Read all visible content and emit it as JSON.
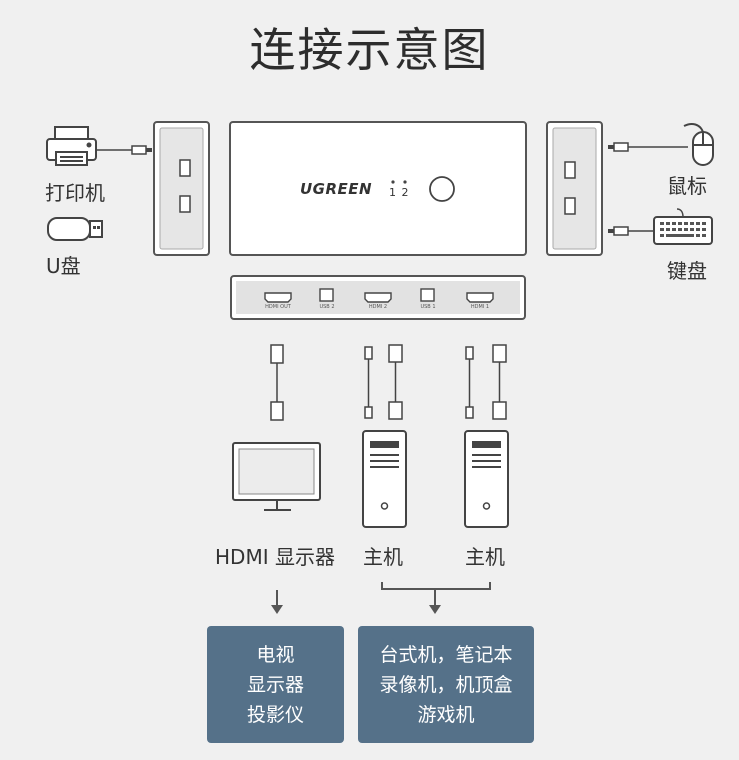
{
  "title": "连接示意图",
  "brand": "UGREEN",
  "switch_indicator": "1 2",
  "left_devices": {
    "printer": "打印机",
    "usb_drive": "U盘"
  },
  "right_devices": {
    "mouse": "鼠标",
    "keyboard": "键盘"
  },
  "rear_ports": [
    "HDMI OUT",
    "USB 2",
    "HDMI 2",
    "USB 1",
    "HDMI 1"
  ],
  "bottom_labels": {
    "monitor": "HDMI 显示器",
    "host1": "主机",
    "host2": "主机"
  },
  "output_box": {
    "lines": [
      "电视",
      "显示器",
      "投影仪"
    ]
  },
  "input_box": {
    "lines": [
      "台式机，笔记本",
      "录像机，机顶盒",
      "游戏机"
    ]
  },
  "colors": {
    "background": "#f0f0f0",
    "box_fill": "#557189",
    "line": "#555555"
  }
}
